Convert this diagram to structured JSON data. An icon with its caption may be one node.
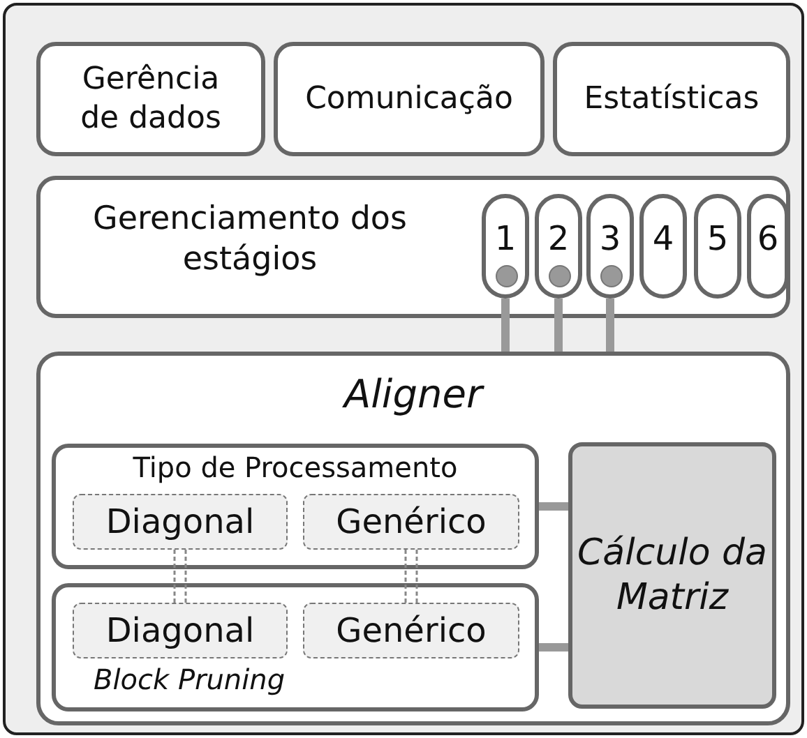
{
  "diagram": {
    "nodes": [
      {
        "text": [
          "Gerência de dados"
        ]
      },
      {
        "text": [
          "Comunicação"
        ]
      },
      {
        "text": [
          "Estatísticas"
        ]
      },
      {
        "text": [
          "Gerenciamento dos estágios"
        ]
      },
      {
        "text": [
          "1"
        ],
        "in": 3
      },
      {
        "text": [
          "2"
        ],
        "in": 3
      },
      {
        "text": [
          "3"
        ],
        "in": 3
      },
      {
        "text": [
          "4"
        ],
        "in": 3
      },
      {
        "text": [
          "5"
        ],
        "in": 3
      },
      {
        "text": [
          "6"
        ],
        "in": 3
      },
      {
        "text": [
          "Aligner"
        ]
      },
      {
        "text": [
          "Tipo de Processamento"
        ],
        "in": 10
      },
      {
        "text": [
          "Diagonal"
        ],
        "in": 11
      },
      {
        "text": [
          "Genérico"
        ],
        "in": 11
      },
      {
        "text": [
          "Block Pruning"
        ],
        "in": 10
      },
      {
        "text": [
          "Diagonal"
        ],
        "in": 14
      },
      {
        "text": [
          "Genérico"
        ],
        "in": 14
      },
      {
        "text": [
          "Cálculo da Matriz"
        ],
        "in": 10
      }
    ],
    "edges": [
      {
        "from": 4,
        "to": 10,
        "arrow": "none"
      },
      {
        "from": 5,
        "to": 10,
        "arrow": "none"
      },
      {
        "from": 6,
        "to": 10,
        "arrow": "none"
      },
      {
        "from": 12,
        "to": 15,
        "arrow": "none",
        "style": "dashed"
      },
      {
        "from": 13,
        "to": 16,
        "arrow": "none",
        "style": "dashed"
      },
      {
        "from": 11,
        "to": 17,
        "arrow": "none"
      },
      {
        "from": 14,
        "to": 17,
        "arrow": "none"
      }
    ]
  }
}
